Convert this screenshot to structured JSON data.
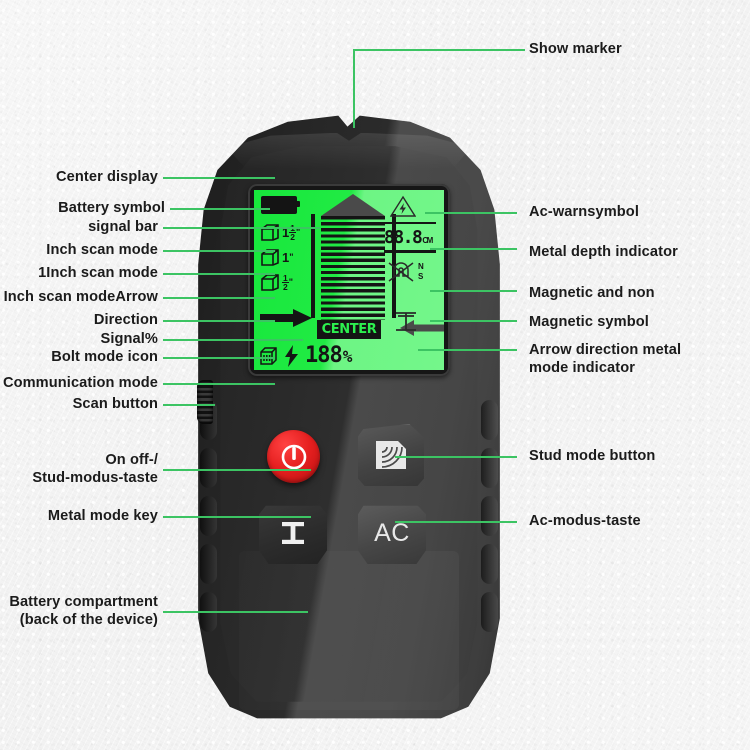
{
  "diagram": {
    "title": "Wall stud / metal / AC detector — labelled diagram",
    "accent_color": "#3cc463",
    "label_color": "#1b1b1b",
    "background_color": "#f5f5f5"
  },
  "labels_top": [
    {
      "id": "show-marker",
      "text": "Show marker"
    }
  ],
  "labels_left": [
    {
      "id": "center-display",
      "text": "Center display"
    },
    {
      "id": "battery-symbol",
      "text": "Battery symbol"
    },
    {
      "id": "signal-bar",
      "text": "signal bar"
    },
    {
      "id": "inch-scan-mode",
      "text": "Inch scan mode"
    },
    {
      "id": "1inch-scan-mode",
      "text": "1Inch scan mode"
    },
    {
      "id": "inch-scan-mode-arrow",
      "text": "Inch scan modeArrow"
    },
    {
      "id": "direction",
      "text": "Direction"
    },
    {
      "id": "signal-percent",
      "text": "Signal%"
    },
    {
      "id": "bolt-mode-icon",
      "text": "Bolt mode icon"
    },
    {
      "id": "communication-mode",
      "text": "Communication mode"
    },
    {
      "id": "scan-button",
      "text": "Scan button"
    },
    {
      "id": "on-off-stud",
      "text": "On off-/\nStud-modus-taste"
    },
    {
      "id": "metal-mode-key",
      "text": "Metal mode key"
    },
    {
      "id": "battery-compartment",
      "text": "Battery compartment\n(back of the device)"
    }
  ],
  "labels_right": [
    {
      "id": "ac-warnsymbol",
      "text": "Ac-warnsymbol"
    },
    {
      "id": "metal-depth-indicator",
      "text": "Metal depth indicator"
    },
    {
      "id": "magnetic-and-non",
      "text": "Magnetic and non"
    },
    {
      "id": "magnetic-symbol",
      "text": "Magnetic symbol"
    },
    {
      "id": "arrow-direction-metal",
      "text": "Arrow direction metal\nmode indicator"
    },
    {
      "id": "stud-mode-button",
      "text": "Stud mode button"
    },
    {
      "id": "ac-modus-taste",
      "text": "Ac-modus-taste"
    }
  ],
  "device": {
    "body_color": "#2f2f2f",
    "lcd": {
      "backlight_color": "#21ea44",
      "segment_color": "#141414",
      "left_column": {
        "battery_icon": "battery-full-icon",
        "scan_modes": [
          {
            "icon": "box-depth-icon",
            "value": "1",
            "fraction_num": "1",
            "fraction_den": "2",
            "unit": "\""
          },
          {
            "icon": "box-depth-icon",
            "value": "1",
            "fraction_num": "",
            "fraction_den": "",
            "unit": "\""
          },
          {
            "icon": "box-depth-icon",
            "value": "",
            "fraction_num": "1",
            "fraction_den": "2",
            "unit": "\""
          }
        ],
        "direction_arrow": "arrow-right-icon",
        "bolt_mode_icon": "cube-bolt-icon",
        "live_icon": "lightning-bolt-icon",
        "signal_percent": "188",
        "percent_symbol": "%"
      },
      "center": {
        "roof_icon": "signal-peak-icon",
        "bar_count": 18,
        "center_label": "CENTER"
      },
      "right_column": {
        "ac_warn_icon": "ac-warning-triangle-icon",
        "depth_value": "88.8",
        "depth_unit": "CM",
        "magnet_icon": "magnet-crossed-icon",
        "magnet_pole_north": "N",
        "magnet_pole_south": "S",
        "metal_arrow_icon": "arrow-left-icon",
        "beam_icon": "i-beam-icon"
      }
    },
    "buttons": [
      {
        "id": "power-stud",
        "icon": "power-icon",
        "label": ""
      },
      {
        "id": "stud-mode",
        "icon": "stud-wave-icon",
        "label": ""
      },
      {
        "id": "metal-mode",
        "icon": "i-beam-icon",
        "label": ""
      },
      {
        "id": "ac-mode",
        "icon": "",
        "label": "AC"
      }
    ],
    "scan_wheel_icon": "ridged-scan-wheel-icon",
    "top_notch_icon": "marker-notch-icon"
  }
}
